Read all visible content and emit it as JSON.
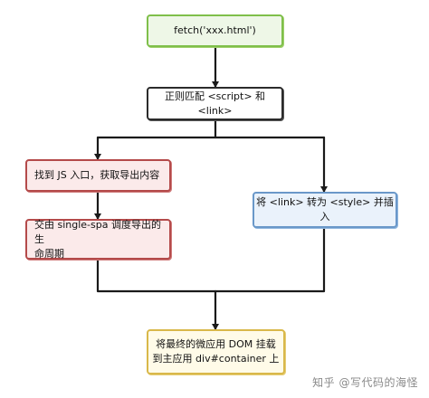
{
  "diagram": {
    "nodes": {
      "fetch": "fetch('xxx.html')",
      "match": "正则匹配 <script> 和 <link>",
      "find_entry": "找到 JS 入口，获取导出内容",
      "lifecycle": "交由 single-spa 调度导出的生\n命周期",
      "convert": "将 <link> 转为 <style> 并插入",
      "mount": "将最终的微应用 DOM 挂载\n到主应用 div#container 上"
    },
    "colors": {
      "green": "#7fbf4a",
      "black": "#2b2b2b",
      "red": "#b44a4a",
      "blue": "#6a98c9",
      "yellow": "#d9b84a"
    }
  },
  "watermark": "知乎 @写代码的海怪"
}
